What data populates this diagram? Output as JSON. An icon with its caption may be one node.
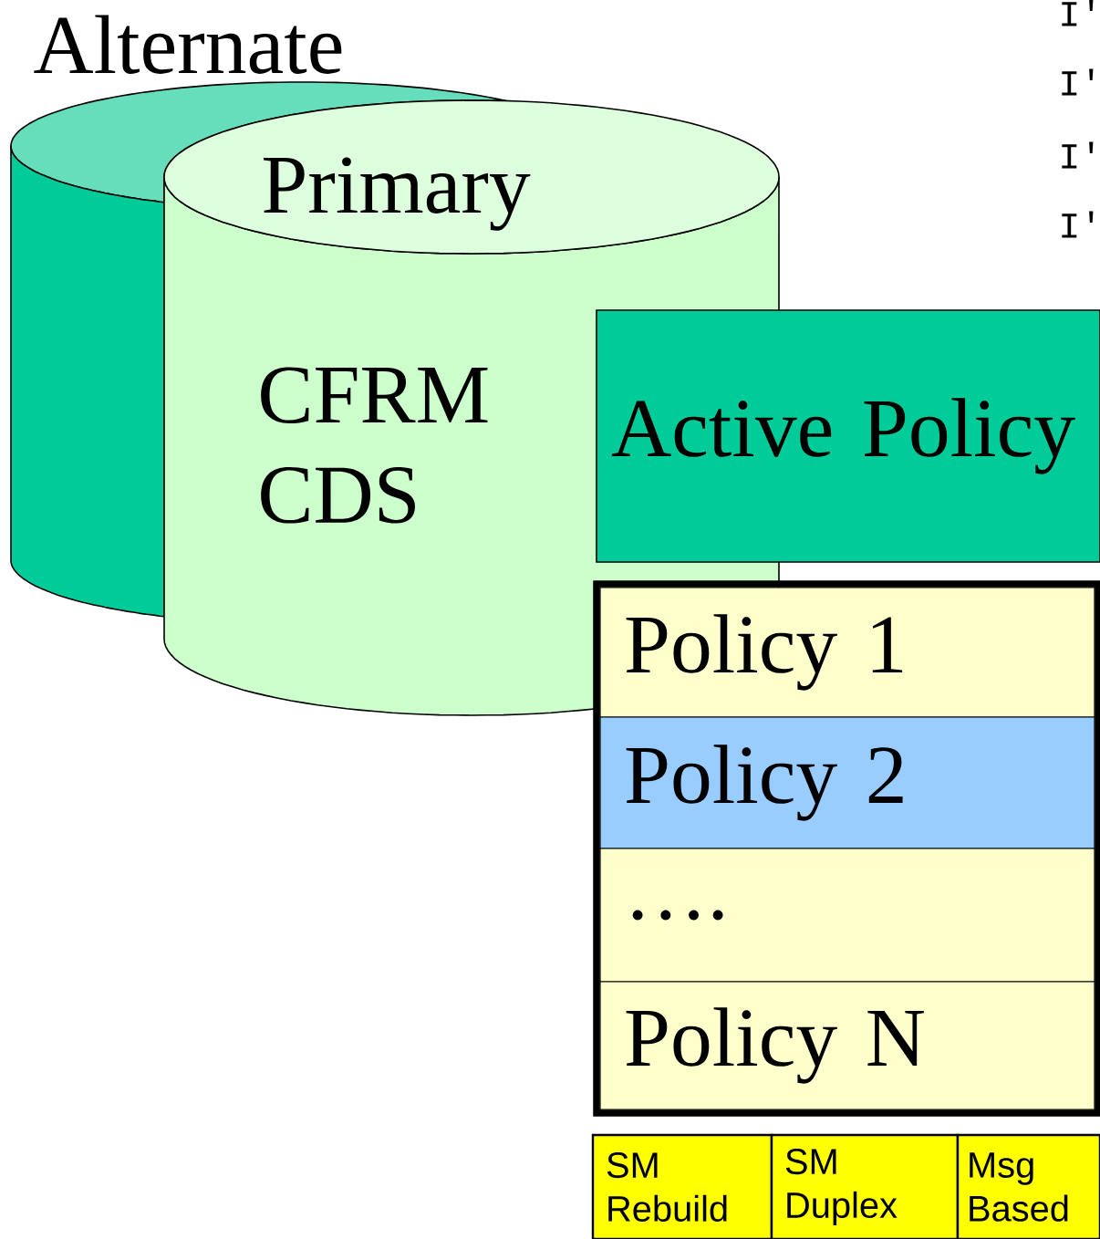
{
  "diagram": {
    "nodes": [
      {
        "text": [
          "Alternate"
        ]
      },
      {
        "text": [
          "Primary",
          "CFRM CDS"
        ]
      },
      {
        "text": [
          "Active Policy"
        ]
      },
      {
        "text": [],
        "shape": "box"
      },
      {
        "text": [
          "Policy 1"
        ],
        "in": 3
      },
      {
        "text": [
          "Policy 2"
        ],
        "in": 3
      },
      {
        "text": [
          "…."
        ],
        "in": 3
      },
      {
        "text": [
          "Policy N"
        ],
        "in": 3
      },
      {
        "text": [
          "SM Rebuild"
        ]
      },
      {
        "text": [
          "SM Duplex"
        ]
      },
      {
        "text": [
          "Msg Based"
        ]
      }
    ],
    "labels": [
      "I'",
      "I'",
      "I'",
      "I'"
    ]
  }
}
